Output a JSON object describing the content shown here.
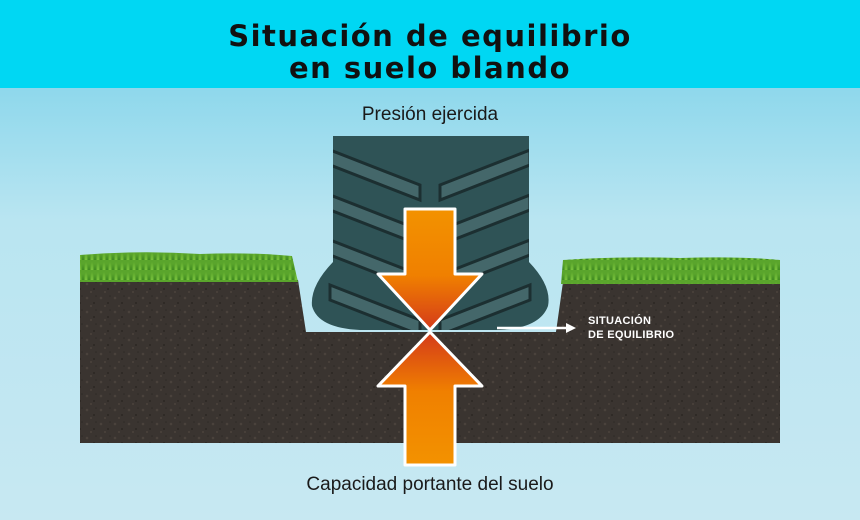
{
  "title": {
    "line1": "Situación de equilibrio",
    "line2": "en suelo blando"
  },
  "labels": {
    "pressure": "Presión ejercida",
    "capacity": "Capacidad portante del suelo",
    "equilibrium_line1": "SITUACIÓN",
    "equilibrium_line2": "DE EQUILIBRIO"
  },
  "colors": {
    "header": "#00d7f3",
    "arrow_orange": "#f39200",
    "arrow_red": "#d43a1a",
    "soil": "#3a3430",
    "grass": "#5aa52c",
    "tire": "#2f5356"
  }
}
